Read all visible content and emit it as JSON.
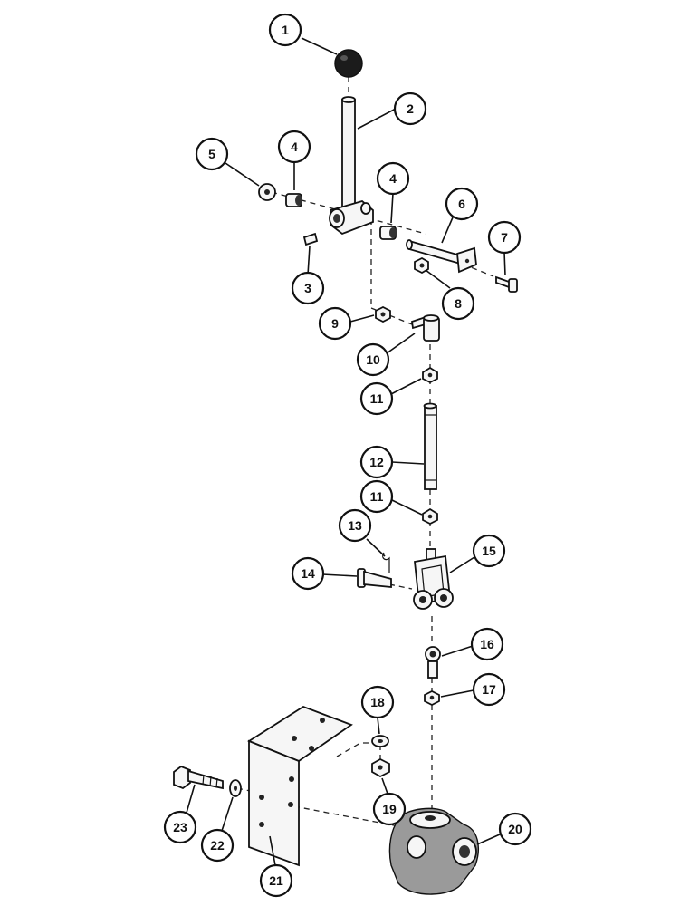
{
  "callouts": [
    {
      "id": "c1",
      "label": "1"
    },
    {
      "id": "c2",
      "label": "2"
    },
    {
      "id": "c3",
      "label": "3"
    },
    {
      "id": "c4a",
      "label": "4"
    },
    {
      "id": "c4b",
      "label": "4"
    },
    {
      "id": "c5",
      "label": "5"
    },
    {
      "id": "c6",
      "label": "6"
    },
    {
      "id": "c7",
      "label": "7"
    },
    {
      "id": "c8",
      "label": "8"
    },
    {
      "id": "c9",
      "label": "9"
    },
    {
      "id": "c10",
      "label": "10"
    },
    {
      "id": "c11a",
      "label": "11"
    },
    {
      "id": "c11b",
      "label": "11"
    },
    {
      "id": "c12",
      "label": "12"
    },
    {
      "id": "c13",
      "label": "13"
    },
    {
      "id": "c14",
      "label": "14"
    },
    {
      "id": "c15",
      "label": "15"
    },
    {
      "id": "c16",
      "label": "16"
    },
    {
      "id": "c17",
      "label": "17"
    },
    {
      "id": "c18",
      "label": "18"
    },
    {
      "id": "c19",
      "label": "19"
    },
    {
      "id": "c20",
      "label": "20"
    },
    {
      "id": "c21",
      "label": "21"
    },
    {
      "id": "c22",
      "label": "22"
    },
    {
      "id": "c23",
      "label": "23"
    }
  ]
}
